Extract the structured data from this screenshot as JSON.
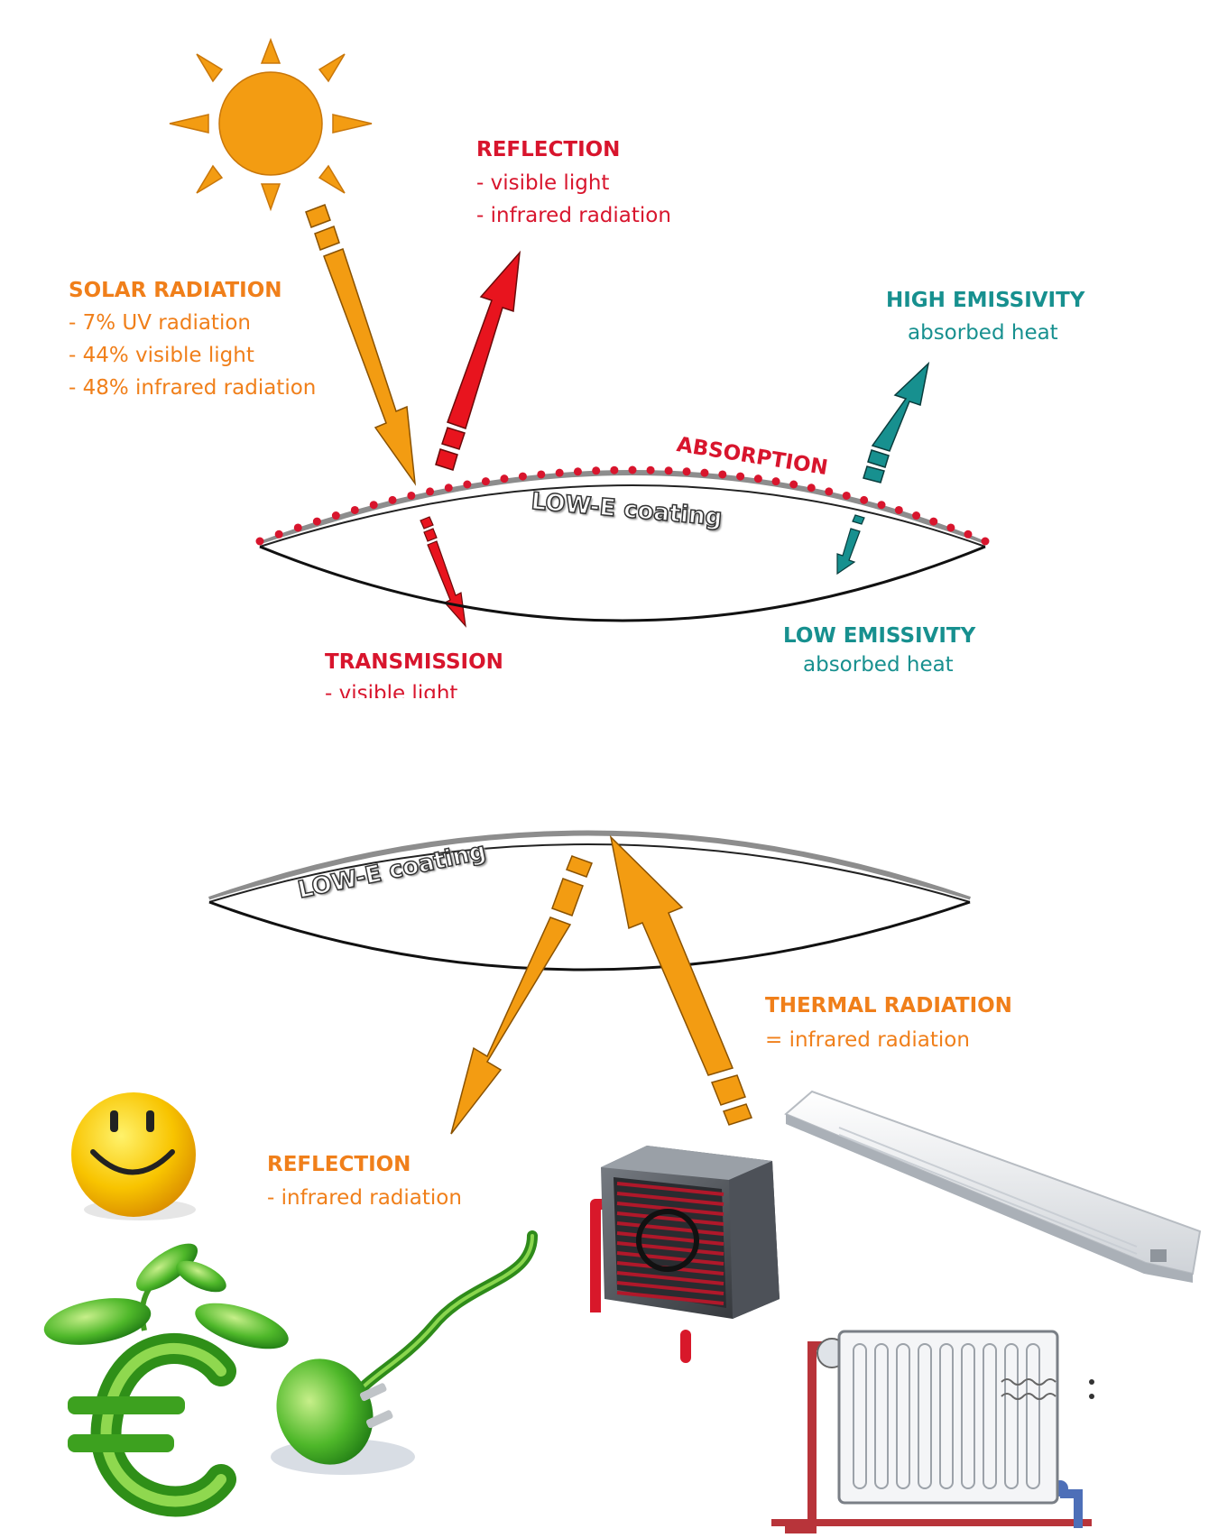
{
  "top": {
    "solar": {
      "heading": "SOLAR RADIATION",
      "lines": [
        "- 7% UV radiation",
        "- 44% visible light",
        "- 48% infrared radiation"
      ]
    },
    "reflection": {
      "heading": "REFLECTION",
      "lines": [
        "- visible light",
        "- infrared radiation"
      ]
    },
    "absorption": "ABSORPTION",
    "coating": "LOW-E coating",
    "high_emissivity": {
      "heading": "HIGH EMISSIVITY",
      "sub": "absorbed heat"
    },
    "low_emissivity": {
      "heading": "LOW EMISSIVITY",
      "sub": "absorbed heat"
    },
    "transmission": {
      "heading": "TRANSMISSION",
      "lines": [
        "- visible light"
      ]
    }
  },
  "bottom": {
    "coating": "LOW-E coating",
    "thermal": {
      "heading": "THERMAL RADIATION",
      "sub": "= infrared radiation"
    },
    "reflection": {
      "heading": "REFLECTION",
      "sub": "- infrared radiation"
    }
  },
  "colors": {
    "orange": "#f39c12",
    "red": "#e8141e",
    "teal": "#17908f",
    "dots": "#d8152d",
    "text_orange": "#f07f1a",
    "text_red": "#d8152d",
    "text_teal": "#17908f"
  },
  "icons": [
    "sun-icon",
    "smiley-icon",
    "euro-plant-icon",
    "green-plug-icon",
    "fan-heater-icon",
    "ceiling-heater-icon",
    "radiator-icon"
  ]
}
